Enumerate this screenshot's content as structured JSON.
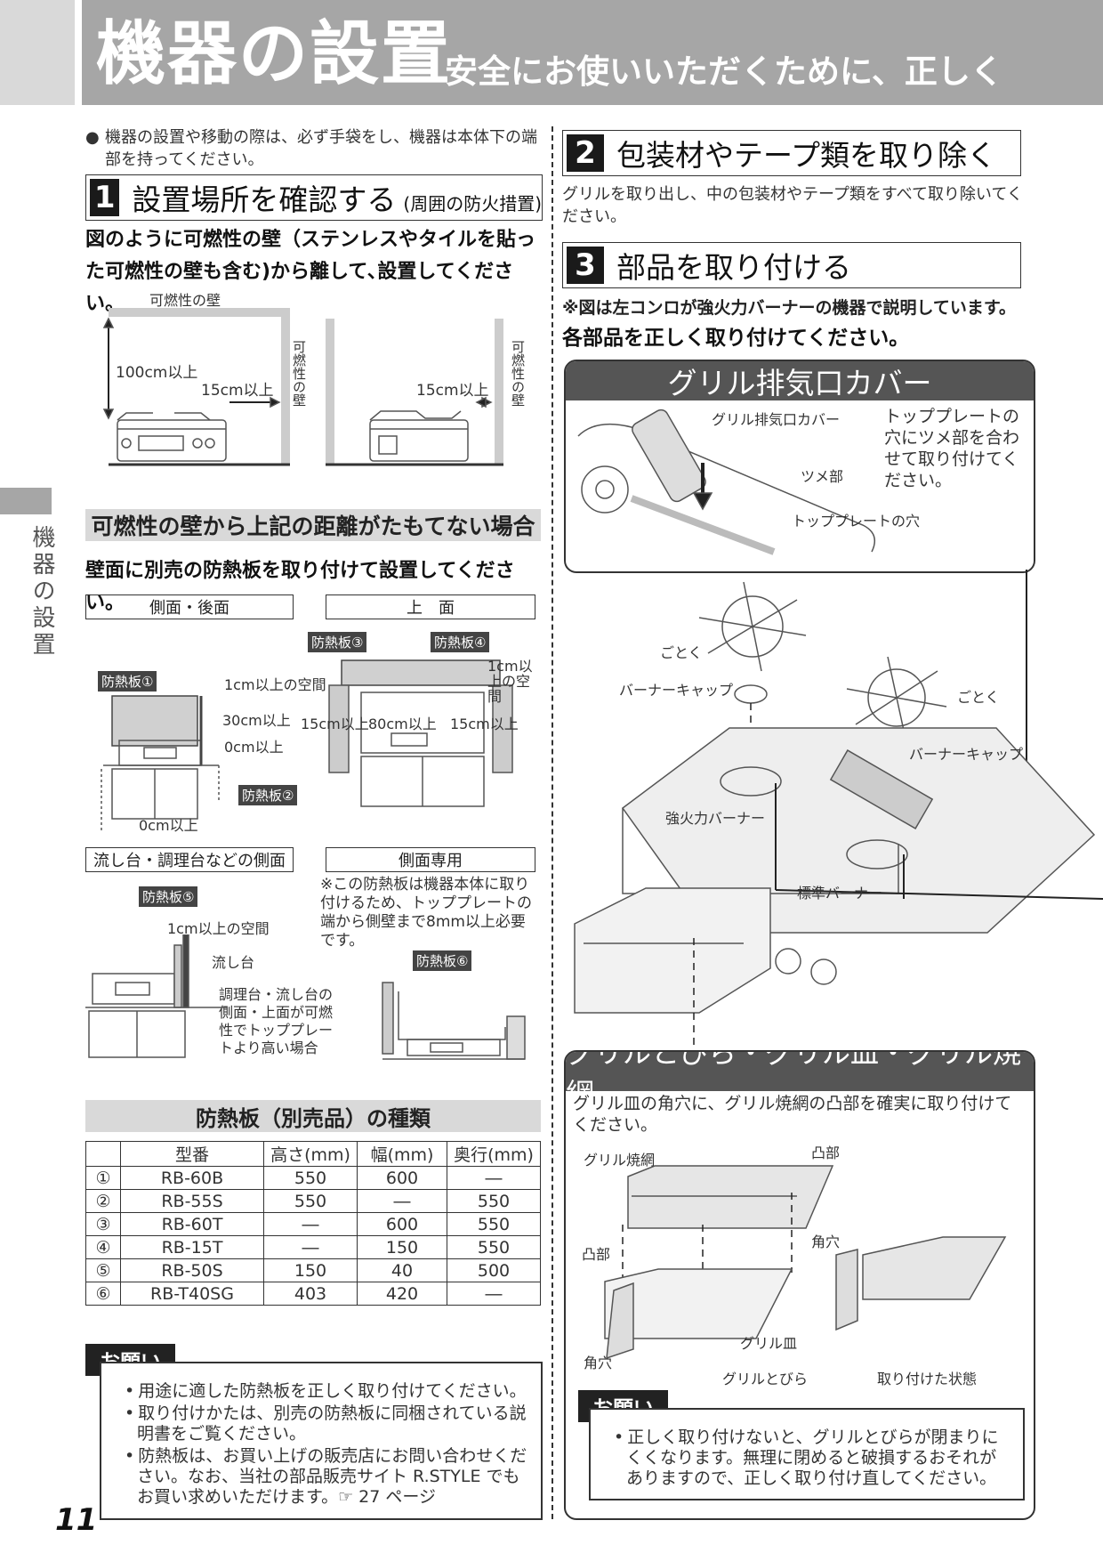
{
  "header": {
    "title": "機器の設置",
    "subtitle": "安全にお使いいただくために、正しく"
  },
  "side_tab": "機器の設置",
  "page_number": "11",
  "intro_bullet": "機器の設置や移動の際は、必ず手袋をし、機器は本体下の端部を持ってください。",
  "step1": {
    "num": "1",
    "title": "設置場所を確認する",
    "title_note": "(周囲の防火措置)",
    "lead": "図のように可燃性の壁（ステンレスやタイルを貼った可燃性の壁も含む)から離して､設置してください。",
    "labels": {
      "wall_top": "可燃性の壁",
      "up100": "100cm以上",
      "side15a": "15cm以上",
      "side15b": "15cm以上",
      "wall_side_a": "可燃性の壁",
      "wall_side_b": "可燃性の壁"
    }
  },
  "sub_band": "可燃性の壁から上記の距離がたもてない場合",
  "sub_lead": "壁面に別売の防熱板を取り付けて設置してください。",
  "views": {
    "side_back": "側面・後面",
    "top": "上　面",
    "sink_side": "流し台・調理台などの側面",
    "side_only": "側面専用",
    "side_only_note": "※この防熱板は機器本体に取り付けるため、トッププレートの端から側壁まで8mm以上必要です。"
  },
  "plates": {
    "p1": "防熱板①",
    "p2": "防熱板②",
    "p3": "防熱板③",
    "p4": "防熱板④",
    "p5": "防熱板⑤",
    "p6": "防熱板⑥"
  },
  "dims": {
    "gap1": "1cm以上の空間",
    "h30": "30cm以上",
    "h0": "0cm以上",
    "b0": "0cm以上",
    "top_gap": "1cm以上の空間",
    "w15l": "15cm以上",
    "w80": "80cm以上",
    "w15r": "15cm以上",
    "sink_gap": "1cm以上の空間",
    "sink": "流し台",
    "sink_note": "調理台・流し台の側面・上面が可燃性でトッププレートより高い場合"
  },
  "table": {
    "title": "防熱板（別売品）の種類",
    "headers": [
      "",
      "型番",
      "高さ(mm)",
      "幅(mm)",
      "奥行(mm)"
    ],
    "rows": [
      [
        "①",
        "RB-60B",
        "550",
        "600",
        "―"
      ],
      [
        "②",
        "RB-55S",
        "550",
        "―",
        "550"
      ],
      [
        "③",
        "RB-60T",
        "―",
        "600",
        "550"
      ],
      [
        "④",
        "RB-15T",
        "―",
        "150",
        "550"
      ],
      [
        "⑤",
        "RB-50S",
        "150",
        "40",
        "500"
      ],
      [
        "⑥",
        "RB-T40SG",
        "403",
        "420",
        "―"
      ]
    ]
  },
  "note_left": {
    "tag": "お願い",
    "items": [
      "用途に適した防熱板を正しく取り付けてください。",
      "取り付けかたは、別売の防熱板に同梱されている説明書をご覧ください。",
      "防熱板は、お買い上げの販売店にお問い合わせください。なお、当社の部品販売サイト R.STYLE でもお買い求めいただけます。☞ 27 ページ"
    ]
  },
  "step2": {
    "num": "2",
    "title": "包装材やテープ類を取り除く",
    "text": "グリルを取り出し、中の包装材やテープ類をすべて取り除いてください。"
  },
  "step3": {
    "num": "3",
    "title": "部品を取り付ける",
    "note": "※図は左コンロが強火力バーナーの機器で説明しています。",
    "lead": "各部品を正しく取り付けてください。"
  },
  "panel_cover": {
    "title": "グリル排気口カバー",
    "labels": {
      "cover": "グリル排気口カバー",
      "tab": "ツメ部",
      "hole": "トッププレートの穴"
    },
    "text": "トッププレートの穴にツメ部を合わせて取り付けてください。"
  },
  "burner_labels": {
    "trivet_l": "ごとく",
    "cap_l": "バーナーキャップ",
    "trivet_r": "ごとく",
    "cap_r": "バーナーキャップ",
    "strong": "強火力バーナー",
    "standard": "標準バーナー"
  },
  "panel_grill": {
    "title": "グリルとびら・グリル皿・グリル焼網",
    "text": "グリル皿の角穴に、グリル焼網の凸部を確実に取り付けてください。",
    "labels": {
      "net": "グリル焼網",
      "boss_r": "凸部",
      "boss_l": "凸部",
      "hole_r": "角穴",
      "plate": "グリル皿",
      "hole_l": "角穴",
      "door": "グリルとびら",
      "done": "取り付けた状態"
    }
  },
  "note_right": {
    "tag": "お願い",
    "items": [
      "正しく取り付けないと、グリルとびらが閉まりにくくなります。無理に閉めると破損するおそれがありますので、正しく取り付け直してください。"
    ]
  }
}
